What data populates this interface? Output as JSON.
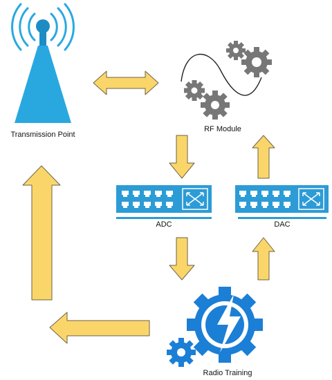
{
  "labels": {
    "transmission_point": "Transmission Point",
    "rf_module": "RF Module",
    "adc": "ADC",
    "dac": "DAC",
    "radio_training": "Radio Training"
  },
  "colors": {
    "antenna_blue": "#29A8E0",
    "antenna_dark": "#1E8CC4",
    "switch_blue": "#2C9BD6",
    "gear_gray": "#777777",
    "gear_dark": "#555555",
    "gear_blue": "#1C7FD6",
    "arrow_fill": "#FAD66A",
    "arrow_stroke": "#6E6248"
  },
  "icons": {
    "transmission_point": "antenna-tower-icon",
    "rf_module": "gears-sine-wave-icon",
    "adc": "network-switch-icon",
    "dac": "network-switch-icon",
    "radio_training": "gear-lightning-icon"
  }
}
